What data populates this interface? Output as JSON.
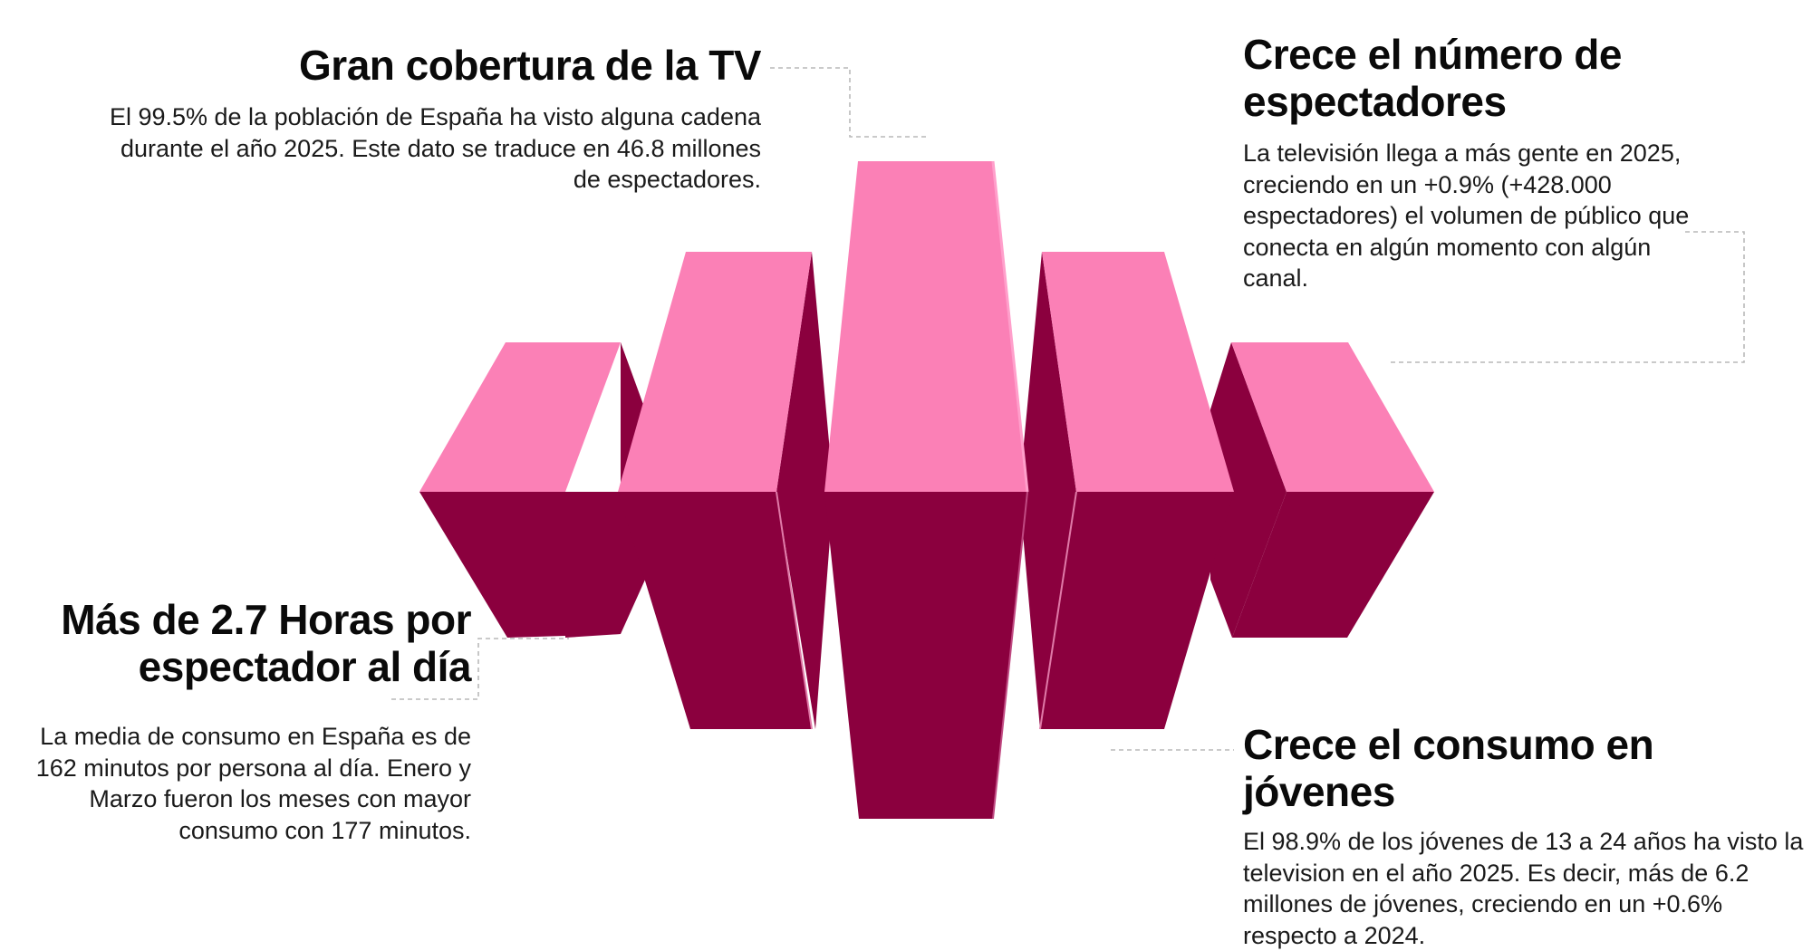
{
  "colors": {
    "top_face": "#fb80b6",
    "front_face": "#8b003e",
    "side_face": "#8b003e",
    "edge_highlight": "#ff9fcb",
    "leader_line": "#b9b9b9"
  },
  "sections": {
    "tv_coverage": {
      "title": "Gran cobertura de la TV",
      "body": "El 99.5% de la población de España ha visto alguna cadena durante el año 2025. Este dato se traduce en 46.8 millones de espectadores."
    },
    "viewers_growth": {
      "title": "Crece el número de espectadores",
      "body": "La televisión llega a más gente en 2025, creciendo en un +0.9% (+428.000 espectadores) el volumen de público que conecta en algún momento con algún canal."
    },
    "hours_per_viewer": {
      "title": "Más de 2.7 Horas por espectador al día",
      "body": "La media de consumo en España es de 162 minutos por persona al día. Enero y Marzo fueron los meses con mayor consumo con 177 minutos."
    },
    "youth_consumption": {
      "title": "Crece el consumo en jóvenes",
      "body": "El 98.9% de los jóvenes de 13 a 24 años ha visto la television en el año 2025. Es decir, más de 6.2 millones de jóvenes, creciendo en un +0.6% respecto a 2024."
    }
  }
}
